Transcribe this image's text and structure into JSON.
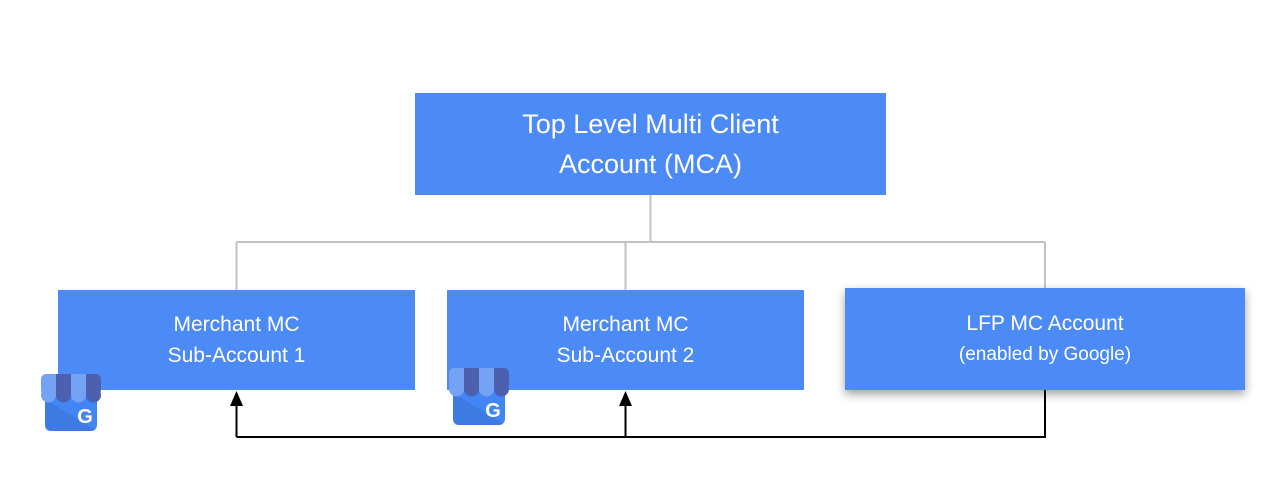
{
  "diagram": {
    "background_color": "#FFFFFF",
    "nodes": {
      "top": {
        "id": "top-level-mca",
        "line1": "Top Level Multi Client",
        "line2": "Account (MCA)"
      },
      "sub1": {
        "id": "merchant-mc-sub-account-1",
        "line1": "Merchant MC",
        "line2": "Sub-Account 1"
      },
      "sub2": {
        "id": "merchant-mc-sub-account-2",
        "line1": "Merchant MC",
        "line2": "Sub-Account 2"
      },
      "lfp": {
        "id": "lfp-mc-account",
        "line1": "LFP MC Account",
        "line2": "(enabled by Google)"
      }
    },
    "edges": {
      "tree": [
        {
          "from": "top-level-mca",
          "to": "merchant-mc-sub-account-1",
          "style": "plain-gray"
        },
        {
          "from": "top-level-mca",
          "to": "merchant-mc-sub-account-2",
          "style": "plain-gray"
        },
        {
          "from": "top-level-mca",
          "to": "lfp-mc-account",
          "style": "plain-gray"
        }
      ],
      "arrows": [
        {
          "from": "lfp-mc-account",
          "to": "merchant-mc-sub-account-1",
          "style": "black-arrow"
        },
        {
          "from": "lfp-mc-account",
          "to": "merchant-mc-sub-account-2",
          "style": "black-arrow"
        }
      ]
    },
    "icons": {
      "gmb_name": "google-my-business-storefront",
      "gmb_letter": "G",
      "attached_to": [
        "merchant-mc-sub-account-1",
        "merchant-mc-sub-account-2"
      ]
    },
    "colors": {
      "node_fill": "#4C8BF5",
      "node_text": "#FFFFFF",
      "tree_connector": "#C2C2C2",
      "arrow_connector": "#000000",
      "gmb_body": "#4285F4",
      "gmb_stripe_light": "#74A2F5",
      "gmb_stripe_dark": "#4D5FAF"
    }
  }
}
